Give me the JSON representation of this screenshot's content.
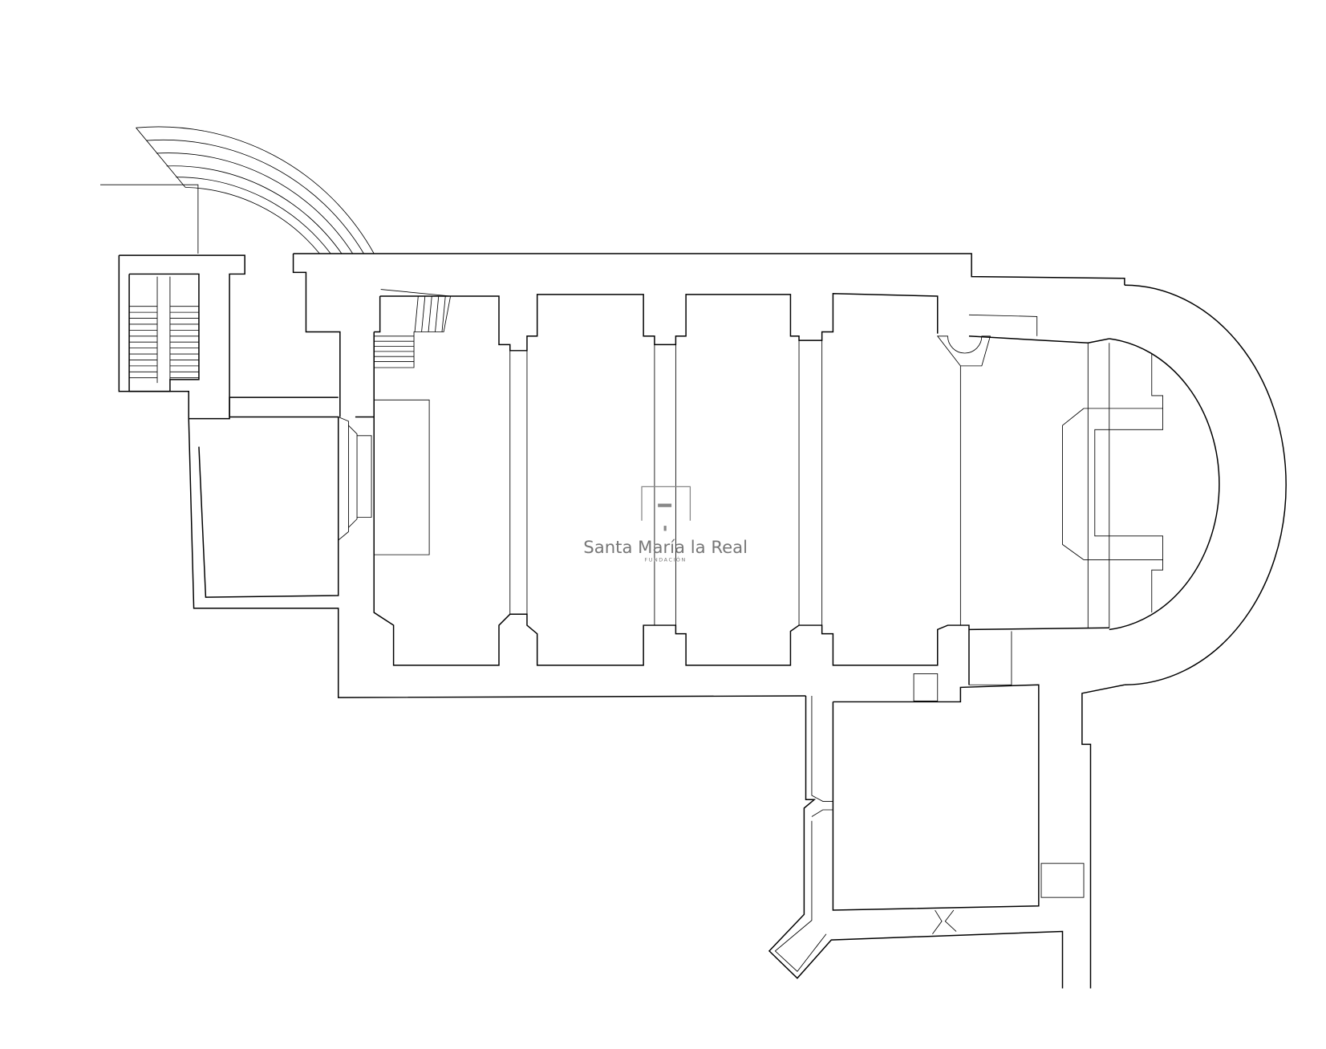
{
  "drawing": {
    "type": "architectural floor plan",
    "line_color": "#000000",
    "background": "#ffffff"
  },
  "watermark": {
    "name": "Santa María la Real",
    "subtitle": "FUNDACIÓN",
    "color": "#777777"
  }
}
